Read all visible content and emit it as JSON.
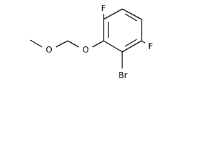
{
  "molecule": {
    "atoms": {
      "f_top": "F",
      "f_right": "F",
      "br": "Br",
      "o_ether": "O",
      "o_methoxy": "O"
    },
    "colors": {
      "bond": "#000000",
      "label": "#000000",
      "background": "#ffffff"
    }
  }
}
